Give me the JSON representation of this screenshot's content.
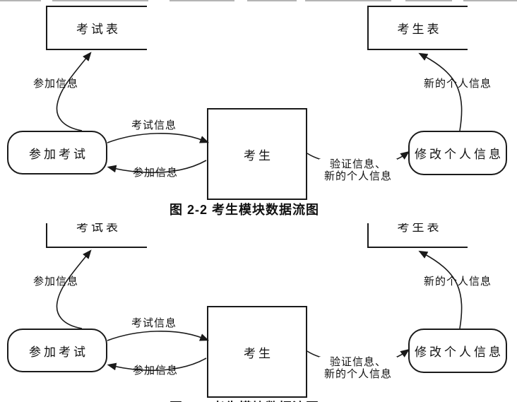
{
  "figure": {
    "caption": "图 2-2 考生模块数据流图",
    "stores": {
      "exam_table": "考试表",
      "examinee_table": "考生表"
    },
    "entity": {
      "examinee": "考生"
    },
    "processes": {
      "take_exam": "参加考试",
      "modify_info": "修改个人信息"
    },
    "flows": {
      "join_info_to_exam_table": "参加信息",
      "exam_info": "考试信息",
      "join_info_return": "参加信息",
      "verify_info_line1": "验证信息、",
      "verify_info_line2": "新的个人信息",
      "new_personal_info": "新的个人信息"
    }
  },
  "colors": {
    "line": "#1a1a1a",
    "text": "#111111",
    "background": "#ffffff"
  }
}
